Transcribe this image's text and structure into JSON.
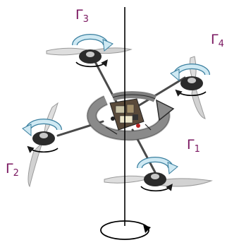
{
  "rotors": [
    {
      "id": "gamma-1",
      "symbol": "Γ",
      "index": "1"
    },
    {
      "id": "gamma-2",
      "symbol": "Γ",
      "index": "2"
    },
    {
      "id": "gamma-3",
      "symbol": "Γ",
      "index": "3"
    },
    {
      "id": "gamma-4",
      "symbol": "Γ",
      "index": "4"
    }
  ],
  "colors": {
    "label": "#7a1760",
    "blade": "#d6d6d6",
    "blade_edge": "#9a9a9a",
    "arm": "#4a4a4a",
    "rotation_ring_fill": "#cfe9f3",
    "rotation_ring_stroke": "#3a7f9f",
    "body_ring": "#7f7f7f",
    "body_ring_edge": "#2b2b2b",
    "axis": "#000000"
  },
  "icons": {
    "rotor_rotation": "circular-arrow-icon",
    "body_yaw": "circular-arrow-icon",
    "axis_rotation": "circular-arrow-icon"
  }
}
